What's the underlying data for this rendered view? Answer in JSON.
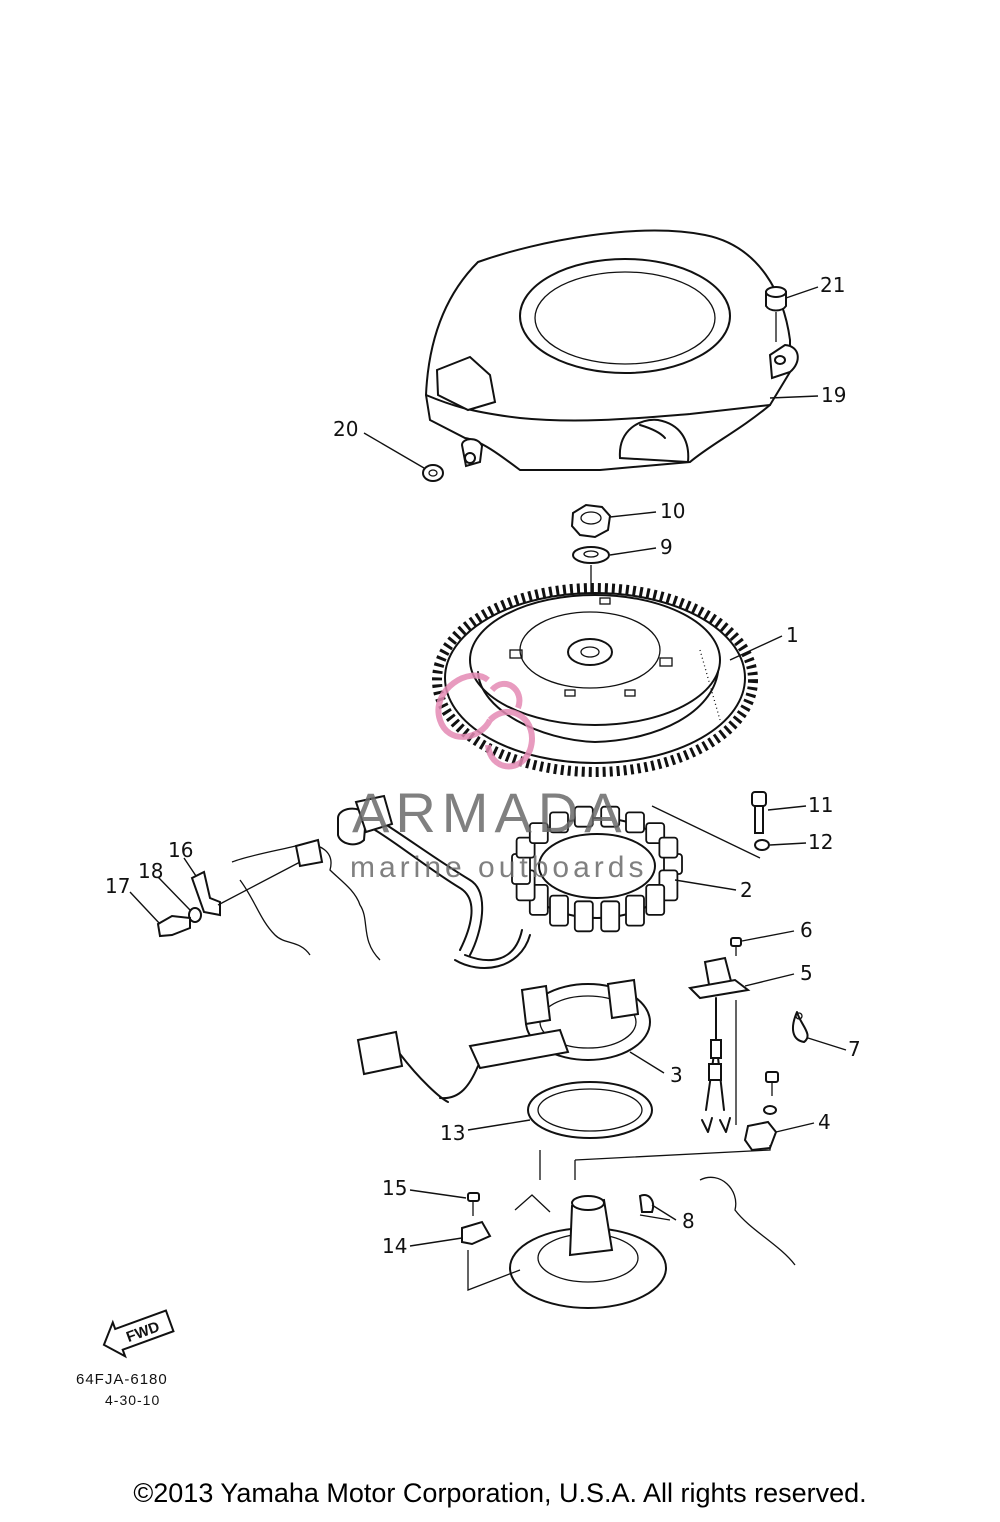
{
  "diagram": {
    "callouts": [
      {
        "id": "1",
        "label": "1"
      },
      {
        "id": "2",
        "label": "2"
      },
      {
        "id": "3",
        "label": "3"
      },
      {
        "id": "4",
        "label": "4"
      },
      {
        "id": "5",
        "label": "5"
      },
      {
        "id": "6",
        "label": "6"
      },
      {
        "id": "7",
        "label": "7"
      },
      {
        "id": "8",
        "label": "8"
      },
      {
        "id": "9",
        "label": "9"
      },
      {
        "id": "10",
        "label": "10"
      },
      {
        "id": "11",
        "label": "11"
      },
      {
        "id": "12",
        "label": "12"
      },
      {
        "id": "13",
        "label": "13"
      },
      {
        "id": "14",
        "label": "14"
      },
      {
        "id": "15",
        "label": "15"
      },
      {
        "id": "16",
        "label": "16"
      },
      {
        "id": "17",
        "label": "17"
      },
      {
        "id": "18",
        "label": "18"
      },
      {
        "id": "19",
        "label": "19"
      },
      {
        "id": "20",
        "label": "20"
      },
      {
        "id": "21",
        "label": "21"
      }
    ],
    "fwd_label": "FWD",
    "drawing_code": "64FJA-6180",
    "drawing_date": "4-30-10"
  },
  "watermark": {
    "title": "ARMADA",
    "subtitle": "marine outboards",
    "logo_color": "#e48ab4"
  },
  "footer": {
    "copyright": "©2013 Yamaha Motor Corporation, U.S.A. All rights reserved."
  }
}
